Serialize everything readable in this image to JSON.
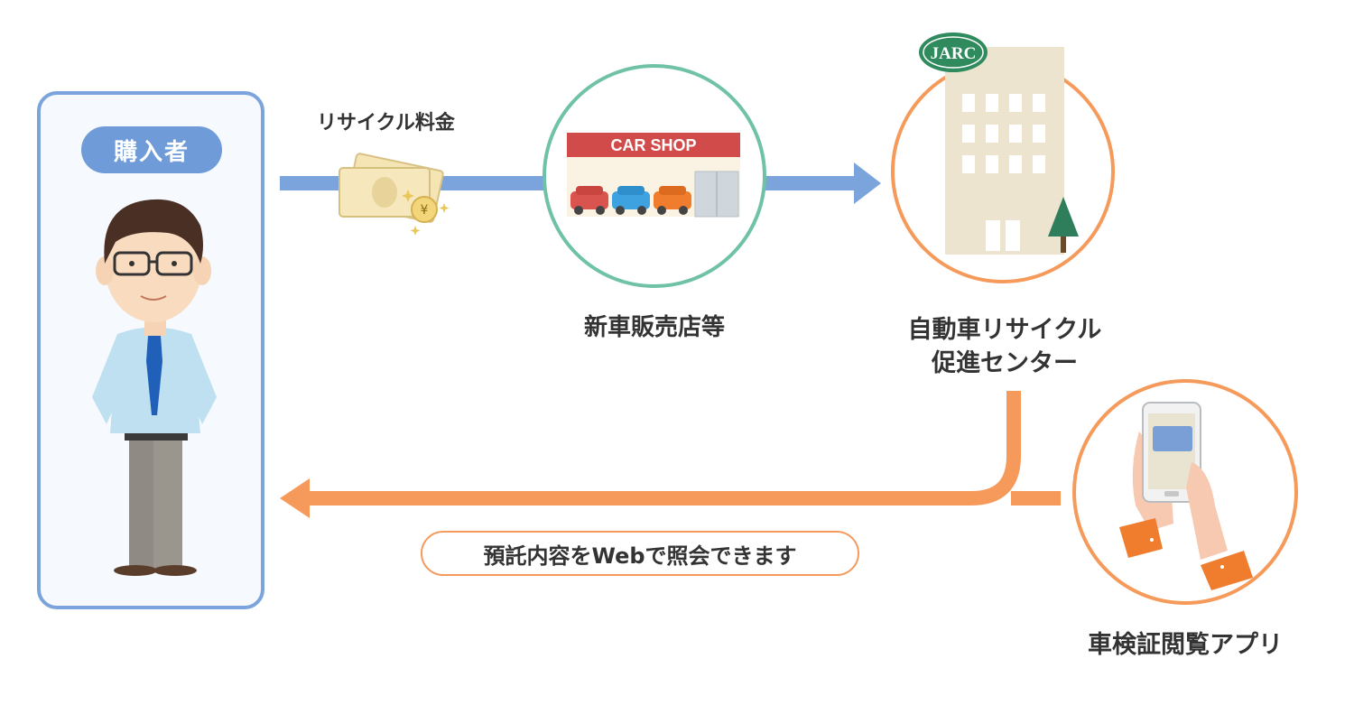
{
  "buyer": {
    "label": "購入者"
  },
  "fee": {
    "label": "リサイクル料金"
  },
  "shop": {
    "sign": "CAR SHOP",
    "label": "新車販売店等"
  },
  "center": {
    "logo": "JARC",
    "label_line1": "自動車リサイクル",
    "label_line2": "促進センター"
  },
  "return_flow": {
    "label": "預託内容をWebで照会できます"
  },
  "app": {
    "label": "車検証閲覧アプリ"
  },
  "colors": {
    "blue": "#6f9bd8",
    "orange": "#f59a5a",
    "teal": "#6fc2a6"
  }
}
